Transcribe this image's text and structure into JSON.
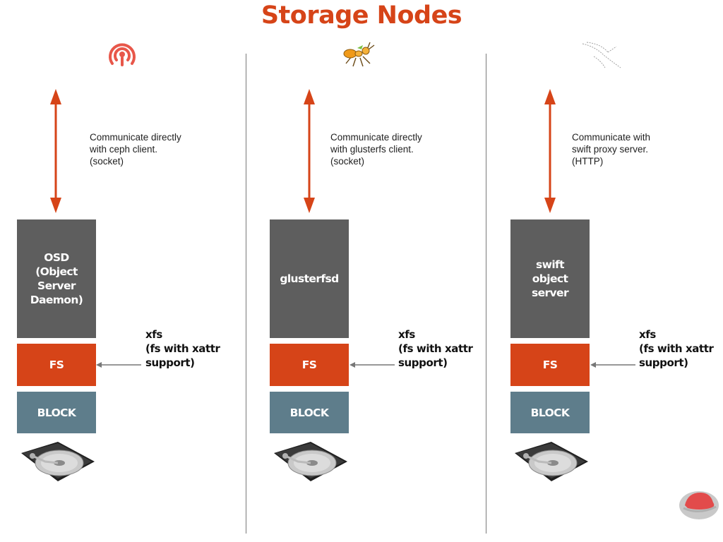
{
  "title": "Storage Nodes",
  "colors": {
    "accent": "#d64418",
    "service_block": "#5e5e5e",
    "fs_block": "#d64418",
    "block_block": "#5e7d8b",
    "arrow": "#d64418",
    "divider": "#7a7a7a"
  },
  "columns": [
    {
      "logo_icon": "ceph-logo-icon",
      "comm_text": "Communicate directly\nwith ceph client.\n(socket)",
      "service_label": "OSD\n(Object\nServer\nDaemon)",
      "fs_label": "FS",
      "block_label": "BLOCK",
      "fs_note": "xfs\n(fs with xattr\nsupport)"
    },
    {
      "logo_icon": "gluster-ant-icon",
      "comm_text": "Communicate directly\nwith glusterfs client.\n(socket)",
      "service_label": "glusterfsd",
      "fs_label": "FS",
      "block_label": "BLOCK",
      "fs_note": "xfs\n(fs with xattr\nsupport)"
    },
    {
      "logo_icon": "swift-bird-icon",
      "comm_text": "Communicate with\nswift proxy server.\n(HTTP)",
      "service_label": "swift\nobject\nserver",
      "fs_label": "FS",
      "block_label": "BLOCK",
      "fs_note": "xfs\n(fs with xattr\nsupport)"
    }
  ],
  "footer_icon": "redhat-shadowman-icon"
}
